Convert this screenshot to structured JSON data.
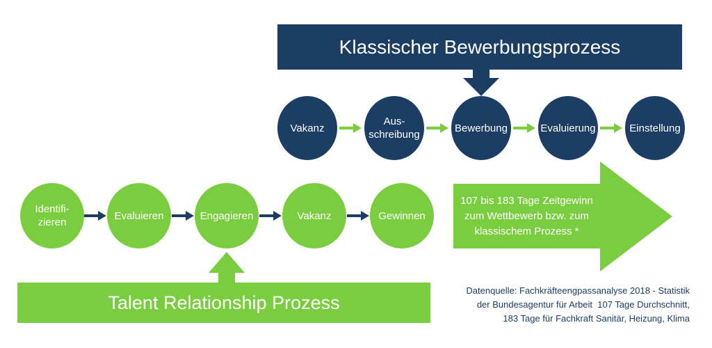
{
  "colors": {
    "navy": "#1d3e64",
    "green": "#7acd3f",
    "text_on_shapes": "#ffffff",
    "background": "#ffffff"
  },
  "classic_process": {
    "title": "Klassischer Bewerbungsprozess",
    "steps": [
      {
        "label": "Vakanz"
      },
      {
        "label": "Aus-\nschreibung"
      },
      {
        "label": "Bewerbung"
      },
      {
        "label": "Evaluierung"
      },
      {
        "label": "Einstellung"
      }
    ]
  },
  "talent_process": {
    "title": "Talent Relationship Prozess",
    "steps": [
      {
        "label": "Identifi-\nzieren"
      },
      {
        "label": "Evaluieren"
      },
      {
        "label": "Engagieren"
      },
      {
        "label": "Vakanz"
      },
      {
        "label": "Gewinnen"
      }
    ]
  },
  "time_gain_arrow": {
    "text": "107 bis 183 Tage Zeitgewinn\nzum Wettbewerb bzw. zum\nklassischem Prozess *"
  },
  "source_note": {
    "text": "Datenquelle: Fachkräfteengpassanalyse 2018 - Statistik\nder Bundesagentur für Arbeit  107 Tage Durchschnitt,\n183 Tage für Fachkraft Sanitär, Heizung, Klima"
  }
}
